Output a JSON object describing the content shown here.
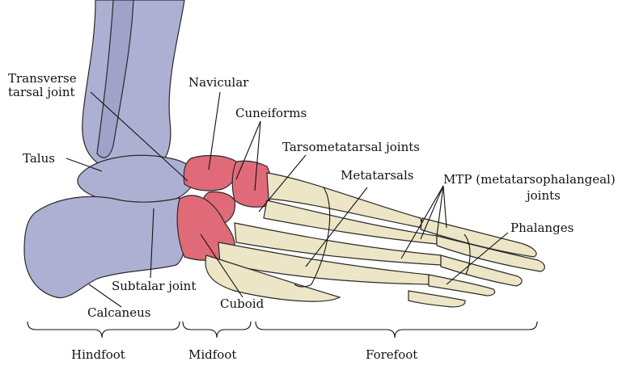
{
  "labels": {
    "transverse_line1": "Transverse",
    "transverse_line2": "tarsal joint",
    "navicular": "Navicular",
    "cuneiforms": "Cuneiforms",
    "tarsometatarsal": "Tarsometatarsal joints",
    "talus": "Talus",
    "metatarsals": "Metatarsals",
    "mtp_line1": "MTP (metatarsophalangeal)",
    "mtp_line2": "joints",
    "phalanges": "Phalanges",
    "subtalar": "Subtalar joint",
    "calcaneus": "Calcaneus",
    "cuboid": "Cuboid"
  },
  "regions": {
    "hindfoot": "Hindfoot",
    "midfoot": "Midfoot",
    "forefoot": "Forefoot"
  },
  "colors": {
    "hindfoot_bones": "#aeb0d3",
    "midfoot_bones": "#e06a78",
    "forefoot_bones": "#ece6c6",
    "outline": "#2a2a2a"
  }
}
